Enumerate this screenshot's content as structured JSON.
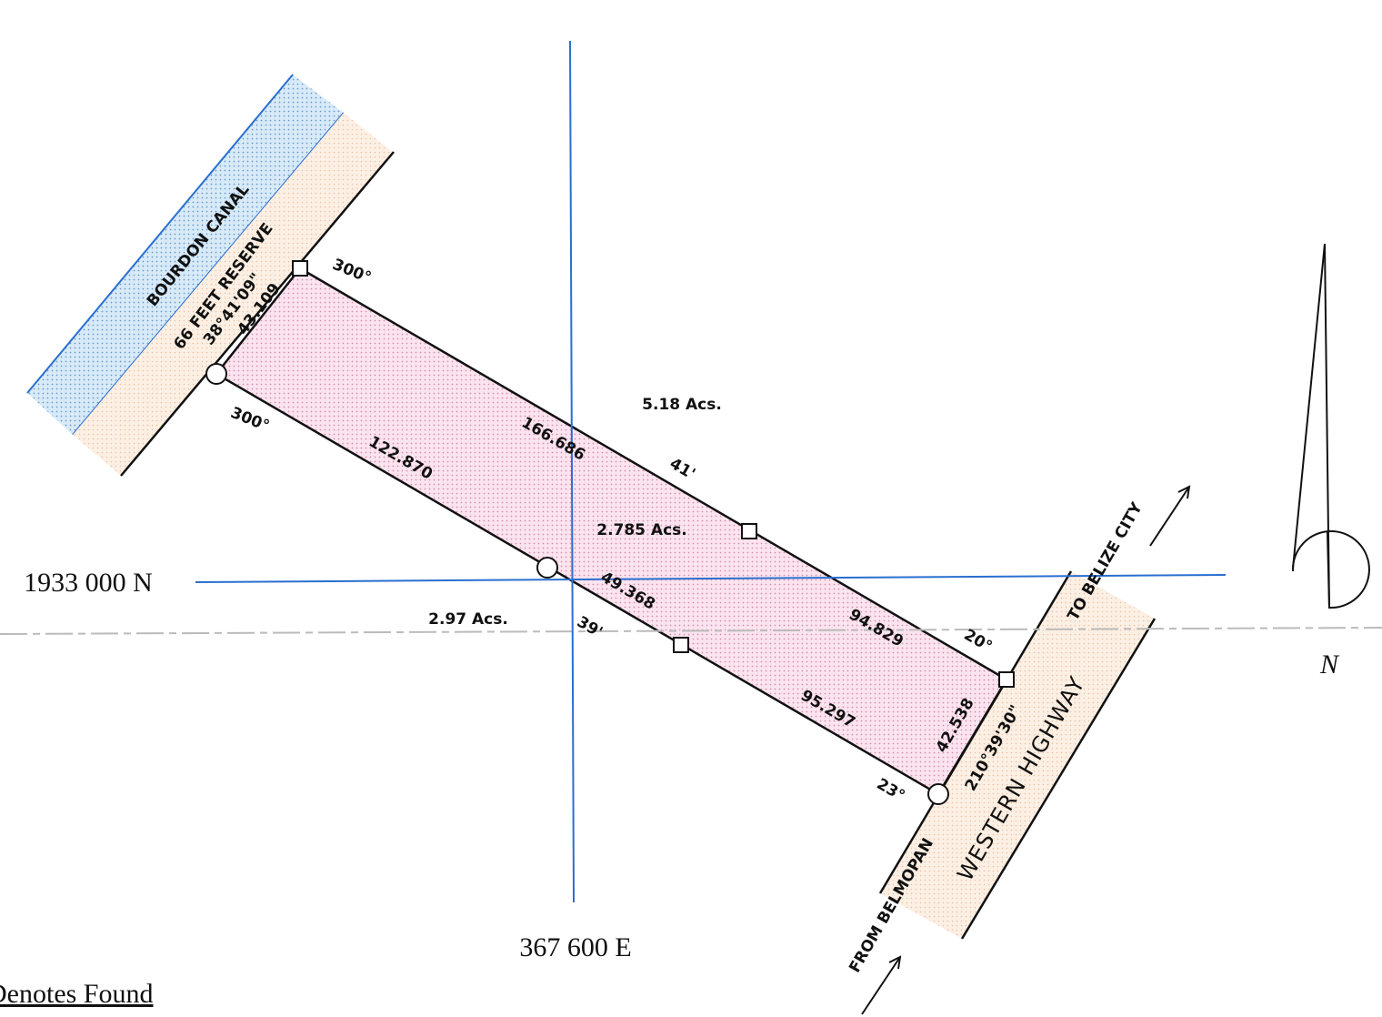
{
  "colors": {
    "parcel": "#f6d6e6",
    "canal": "#cfe4f6",
    "reserve": "#fbe8d8",
    "grid": "#2a6fd0",
    "line": "#111111"
  },
  "labels": {
    "canal": "BOURDON CANAL",
    "reserve": "66 FEET RESERVE",
    "nw_bearing": "38°41'09\"",
    "nw_distance": "43.109",
    "nw_corner_angle_top": "300°",
    "nw_corner_angle_bottom": "300°",
    "south_west_distance": "122.870",
    "north_distance": "166.686",
    "area_total": "5.18 Acs.",
    "offset_north": "41'",
    "area_parcel": "2.785 Acs.",
    "inner_distance": "49.368",
    "area_remaining": "2.97 Acs.",
    "offset_south": "39'",
    "north_east_distance": "94.829",
    "ne_corner_angle": "20°",
    "south_east_distance": "95.297",
    "se_distance": "42.538",
    "se_bearing": "210°39'30\"",
    "se_corner_angle": "23°",
    "to_city": "TO BELIZE CITY",
    "highway": "WESTERN HIGHWAY",
    "from_city": "FROM BELMOPAN",
    "northing": "1933 000 N",
    "easting": "367 600 E",
    "north_arrow": "N",
    "legend": "Denotes Found"
  }
}
